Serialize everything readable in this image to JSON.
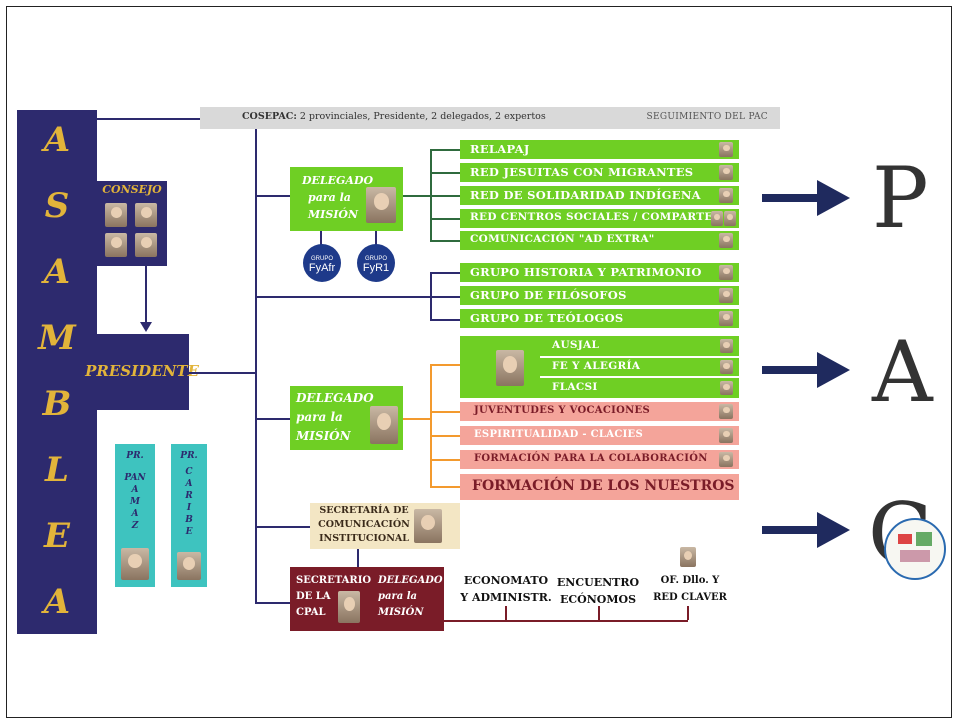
{
  "asamblea": {
    "letters": [
      "A",
      "S",
      "A",
      "M",
      "B",
      "L",
      "E",
      "A"
    ]
  },
  "consejo": {
    "label": "CONSEJO"
  },
  "presidente": {
    "label": "PRESIDENTE"
  },
  "cosepac": {
    "label_bold": "COSEPAC:",
    "label_rest": " 2 provinciales, Presidente, 2 delegados, 2 expertos",
    "seguimiento": "SEGUIMIENTO DEL PAC"
  },
  "delegado1": {
    "line1": "DELEGADO",
    "line2": "para la",
    "line3": "MISIÓN"
  },
  "grupos": [
    {
      "top": "GRUPO",
      "main": "FyAfr"
    },
    {
      "top": "GRUPO",
      "main": "FyR1"
    }
  ],
  "green_items1": [
    "RELAPAJ",
    "RED JESUITAS CON MIGRANTES",
    "RED DE SOLIDARIDAD INDÍGENA",
    "RED CENTROS SOCIALES / COMPARTE",
    "COMUNICACIÓN  \"AD EXTRA\""
  ],
  "green_items2": [
    "GRUPO HISTORIA Y PATRIMONIO",
    "GRUPO DE FILÓSOFOS",
    "GRUPO DE TEÓLOGOS"
  ],
  "green_items3": [
    "AUSJAL",
    "FE Y ALEGRÍA",
    "FLACSI"
  ],
  "delegado2": {
    "line1": "DELEGADO",
    "line2": "para la",
    "line3": "MISIÓN"
  },
  "pink_items": [
    "JUVENTUDES Y VOCACIONES",
    "ESPIRITUALIDAD - CLACIES",
    "FORMACIÓN PARA LA COLABORACIÓN"
  ],
  "formacion_nuestros": "FORMACIÓN DE LOS NUESTROS",
  "secretaria": {
    "line1": "SECRETARÍA DE",
    "line2": "COMUNICACIÓN",
    "line3": "INSTITUCIONAL"
  },
  "secretario": {
    "a1": "SECRETARIO",
    "a2": "DE LA",
    "a3": "CPAL",
    "b1": "DELEGADO",
    "b2": "para la",
    "b3": "MISIÓN"
  },
  "bottom_items": [
    {
      "l1": "ECONOMATO",
      "l2": "Y ADMINISTR."
    },
    {
      "l1": "ENCUENTRO",
      "l2": "ECÓNOMOS"
    },
    {
      "l1": "OF. Dllo. Y",
      "l2": "RED CLAVER"
    }
  ],
  "pr1": {
    "head": "PR.",
    "letters": [
      "PAN",
      "A",
      "M",
      "A",
      "Z"
    ]
  },
  "pr2": {
    "head": "PR.",
    "letters": [
      "C",
      "A",
      "R",
      "I",
      "B",
      "E"
    ]
  },
  "pac": [
    "P",
    "A",
    "C"
  ]
}
